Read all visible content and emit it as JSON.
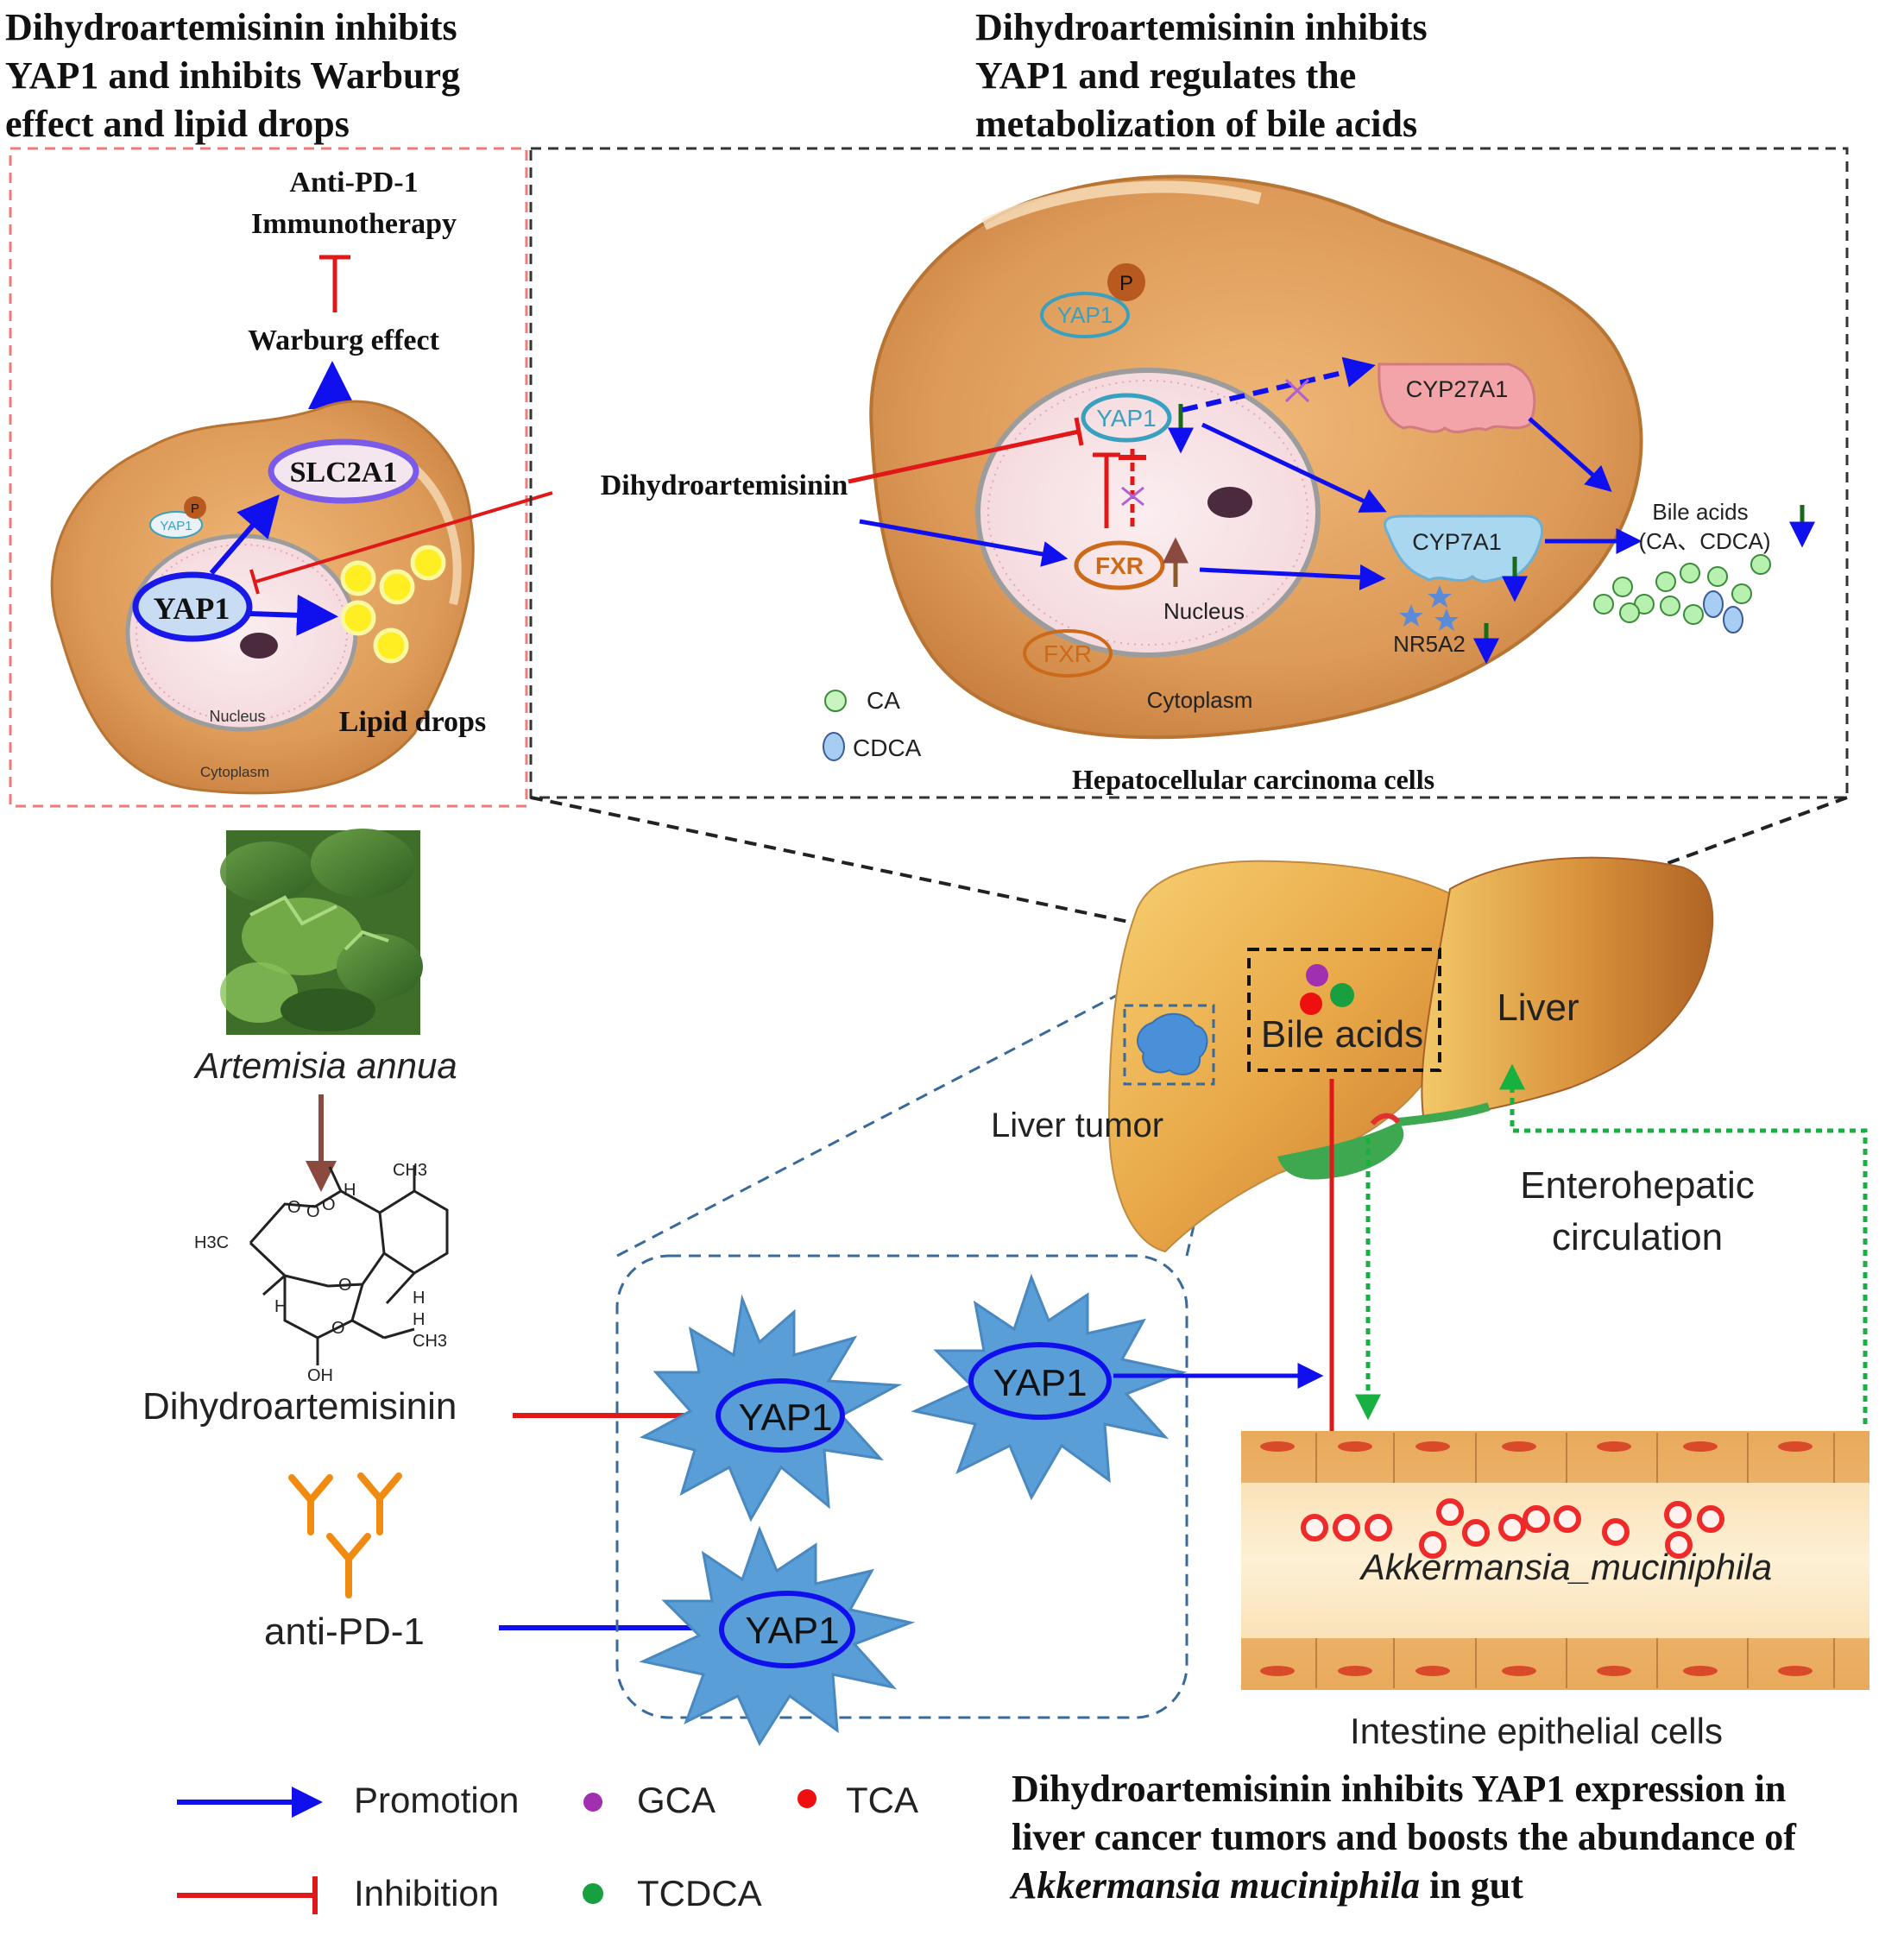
{
  "titles": {
    "left": [
      "Dihydroartemisinin inhibits",
      "YAP1 and inhibits Warburg",
      "effect and lipid drops"
    ],
    "right": [
      "Dihydroartemisinin inhibits",
      "YAP1 and regulates the",
      "metabolization of bile acids"
    ]
  },
  "left_panel": {
    "anti_pd1": [
      "Anti-PD-1",
      "Immunotherapy"
    ],
    "warburg": "Warburg effect",
    "slc2a1": "SLC2A1",
    "yap1": "YAP1",
    "yap1_small": "YAP1",
    "p": "P",
    "nucleus": "Nucleus",
    "cytoplasm": "Cytoplasm",
    "lipid_drops": "Lipid drops"
  },
  "center": {
    "drug": "Dihydroartemisinin"
  },
  "right_panel": {
    "yap1_p": "YAP1",
    "p": "P",
    "yap1": "YAP1",
    "fxr": "FXR",
    "fxr_cyto": "FXR",
    "nucleus": "Nucleus",
    "cytoplasm": "Cytoplasm",
    "cyp27a1": "CYP27A1",
    "cyp7a1": "CYP7A1",
    "nr5a2": "NR5A2",
    "bile_acids": "Bile acids",
    "bile_acids_sub": "(CA、CDCA)",
    "legend_ca": "CA",
    "legend_cdca": "CDCA",
    "caption": "Hepatocellular carcinoma cells"
  },
  "lower": {
    "plant": "Artemisia annua",
    "molecule_labels": {
      "ch3_top": "CH3",
      "h3c": "H3C",
      "h_top": "H",
      "h_left": "H",
      "h_right1": "H",
      "h_right2": "H",
      "ch3_right": "CH3",
      "oh": "OH",
      "o1": "O",
      "o2": "O",
      "o3": "O",
      "o4": "O",
      "o5": "O"
    },
    "dha": "Dihydroartemisinin",
    "antipd1": "anti-PD-1",
    "yap1_a": "YAP1",
    "yap1_b": "YAP1",
    "yap1_c": "YAP1",
    "liver_tumor": "Liver tumor",
    "bile_acids": "Bile acids",
    "liver": "Liver",
    "entero": [
      "Enterohepatic",
      "circulation"
    ],
    "akk": "Akkermansia_muciniphila",
    "intestine": "Intestine epithelial cells"
  },
  "legend": {
    "promotion": "Promotion",
    "inhibition": "Inhibition",
    "gca": "GCA",
    "tca": "TCA",
    "tcdca": "TCDCA",
    "colors": {
      "promotion": "#1010ee",
      "inhibition": "#e01818",
      "gca": "#a030b0",
      "tca": "#ee1010",
      "tcdca": "#18a040"
    }
  },
  "bottom_caption": {
    "line1": "Dihydroartemisinin inhibits YAP1 expression in",
    "line2": "liver cancer tumors and boosts the abundance of",
    "line3_italic": "Akkermansia muciniphila",
    "line3_rest": " in gut"
  }
}
